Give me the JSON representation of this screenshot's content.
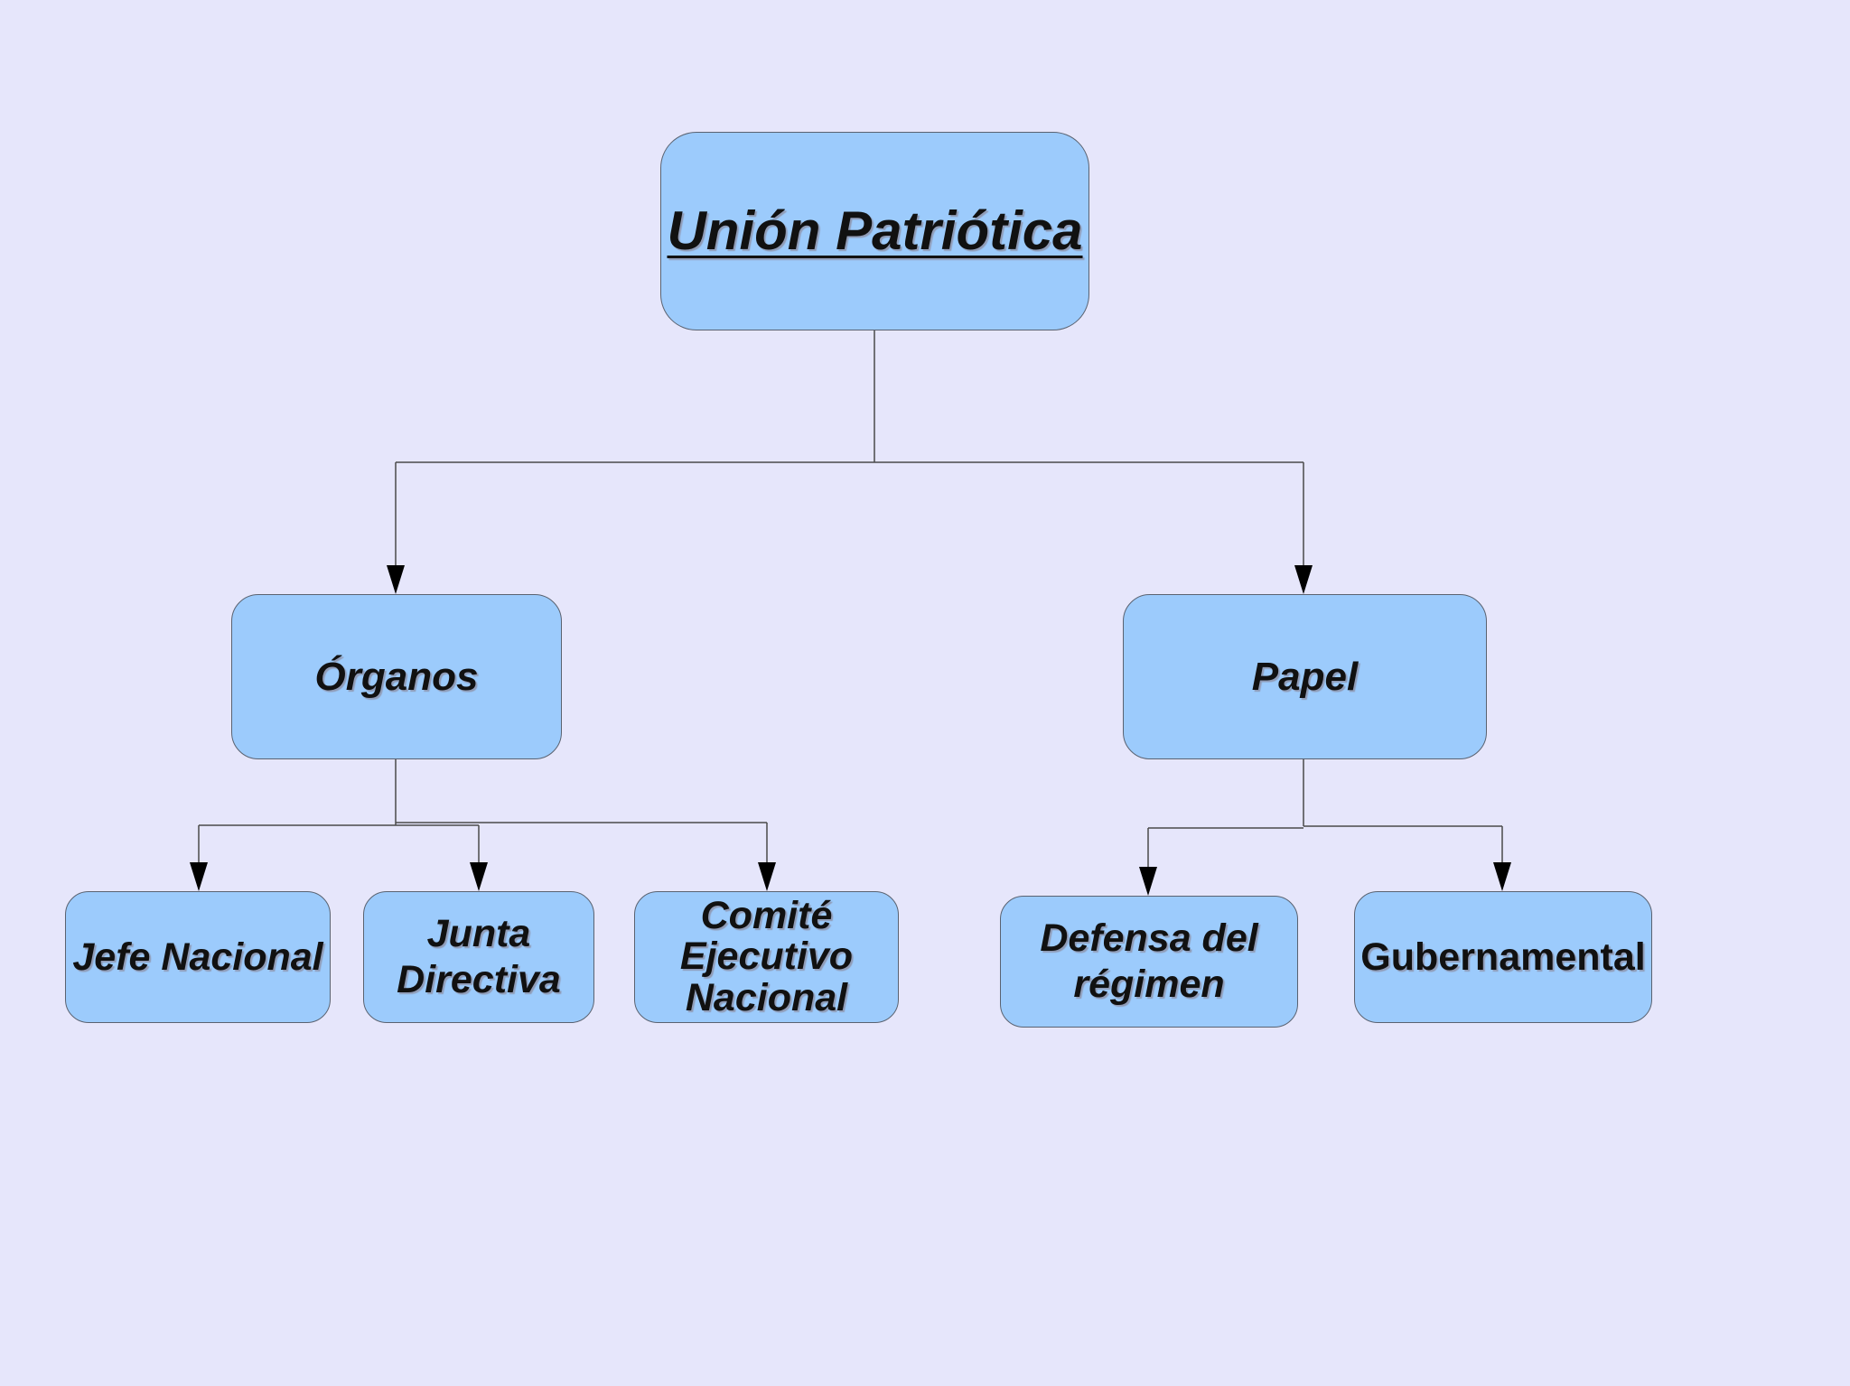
{
  "diagram": {
    "root": {
      "label": "Unión Patriótica"
    },
    "organos": {
      "label": "Órganos",
      "children": [
        {
          "label": "Jefe Nacional"
        },
        {
          "label": "Junta\nDirectiva"
        },
        {
          "label": "Comité\nEjecutivo\nNacional"
        }
      ]
    },
    "papel": {
      "label": "Papel",
      "children": [
        {
          "label": "Defensa del\nrégimen"
        },
        {
          "label": "Gubernamental"
        }
      ]
    }
  },
  "colors": {
    "background": "#e6e6fb",
    "box_fill": "#9ccbfc",
    "box_border": "#5a6270",
    "connector": "#4a4a4a"
  }
}
